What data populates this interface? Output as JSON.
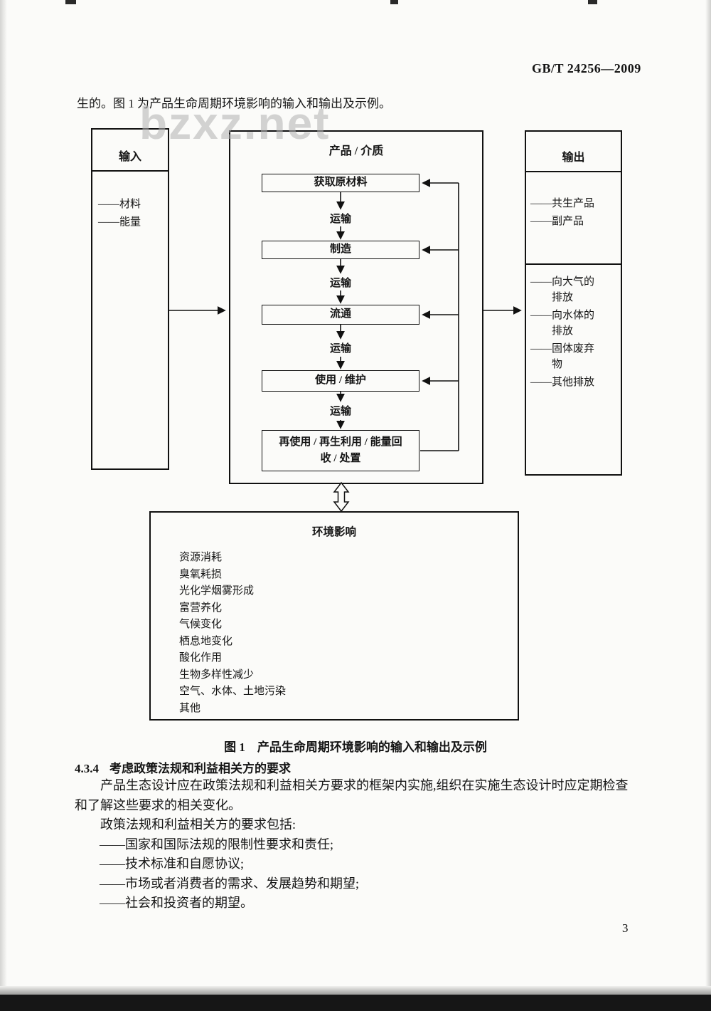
{
  "header": {
    "standard_code": "GB/T 24256—2009"
  },
  "watermark": "bzxz.net",
  "intro": "生的。图 1 为产品生命周期环境影响的输入和输出及示例。",
  "diagram": {
    "input": {
      "title": "输入",
      "items": [
        "材料",
        "能量"
      ]
    },
    "product": {
      "title": "产品 / 介质",
      "stages": [
        "获取原材料",
        "制造",
        "流通",
        "使用 / 维护",
        "再使用 / 再生利用 / 能量回收 / 处置"
      ],
      "transport": "运输"
    },
    "output": {
      "title": "输出",
      "products": [
        "共生产品",
        "副产品"
      ],
      "emissions": [
        "向大气的排放",
        "向水体的排放",
        "固体废弃物",
        "其他排放"
      ]
    },
    "impacts": {
      "title": "环境影响",
      "items": [
        "资源消耗",
        "臭氧耗损",
        "光化学烟雾形成",
        "富营养化",
        "气候变化",
        "栖息地变化",
        "酸化作用",
        "生物多样性减少",
        "空气、水体、土地污染",
        "其他"
      ]
    },
    "caption": "图 1　产品生命周期环境影响的输入和输出及示例"
  },
  "section": {
    "number": "4.3.4",
    "title": "考虑政策法规和利益相关方的要求",
    "paragraphs": [
      "产品生态设计应在政策法规和利益相关方要求的框架内实施,组织在实施生态设计时应定期检查和了解这些要求的相关变化。",
      "政策法规和利益相关方的要求包括:"
    ],
    "list_items": [
      "——国家和国际法规的限制性要求和责任;",
      "——技术标准和自愿协议;",
      "——市场或者消费者的需求、发展趋势和期望;",
      "——社会和投资者的期望。"
    ]
  },
  "footer": {
    "page_number": "3"
  }
}
